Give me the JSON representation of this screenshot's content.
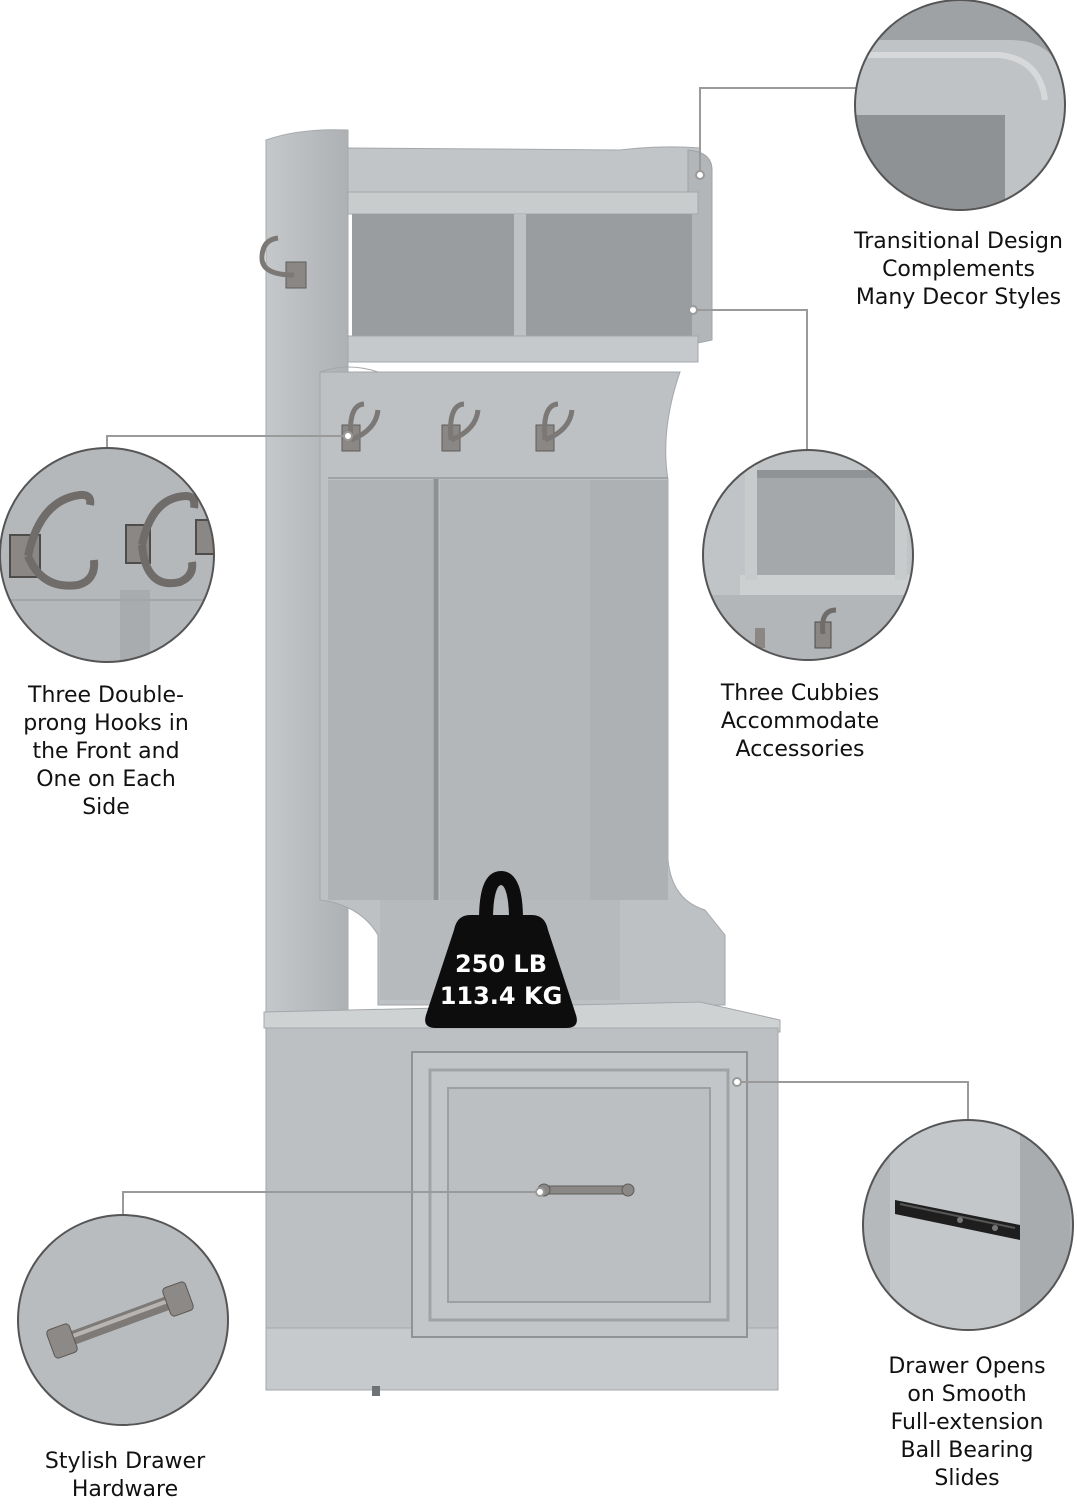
{
  "weight_badge": {
    "line1": "250 LB",
    "line2": "113.4 KG"
  },
  "callouts": {
    "top_right": [
      "Transitional Design",
      "Complements",
      "Many Decor Styles"
    ],
    "left_hooks": [
      "Three Double-",
      "prong Hooks in",
      "the Front and",
      "One on Each",
      "Side"
    ],
    "right_cubbies": [
      "Three Cubbies",
      "Accommodate",
      "Accessories"
    ],
    "bottom_left": [
      "Stylish Drawer",
      "Hardware"
    ],
    "bottom_right": [
      "Drawer Opens",
      "on Smooth",
      "Full-extension",
      "Ball Bearing",
      "Slides"
    ]
  },
  "colors": {
    "furniture": "#b9bcbf",
    "furniture_shadow": "#8f9396",
    "furniture_dark": "#6e7275",
    "hardware": "#8a8785",
    "badge": "#0d0d0d",
    "leader_line": "#9a9a9a"
  }
}
